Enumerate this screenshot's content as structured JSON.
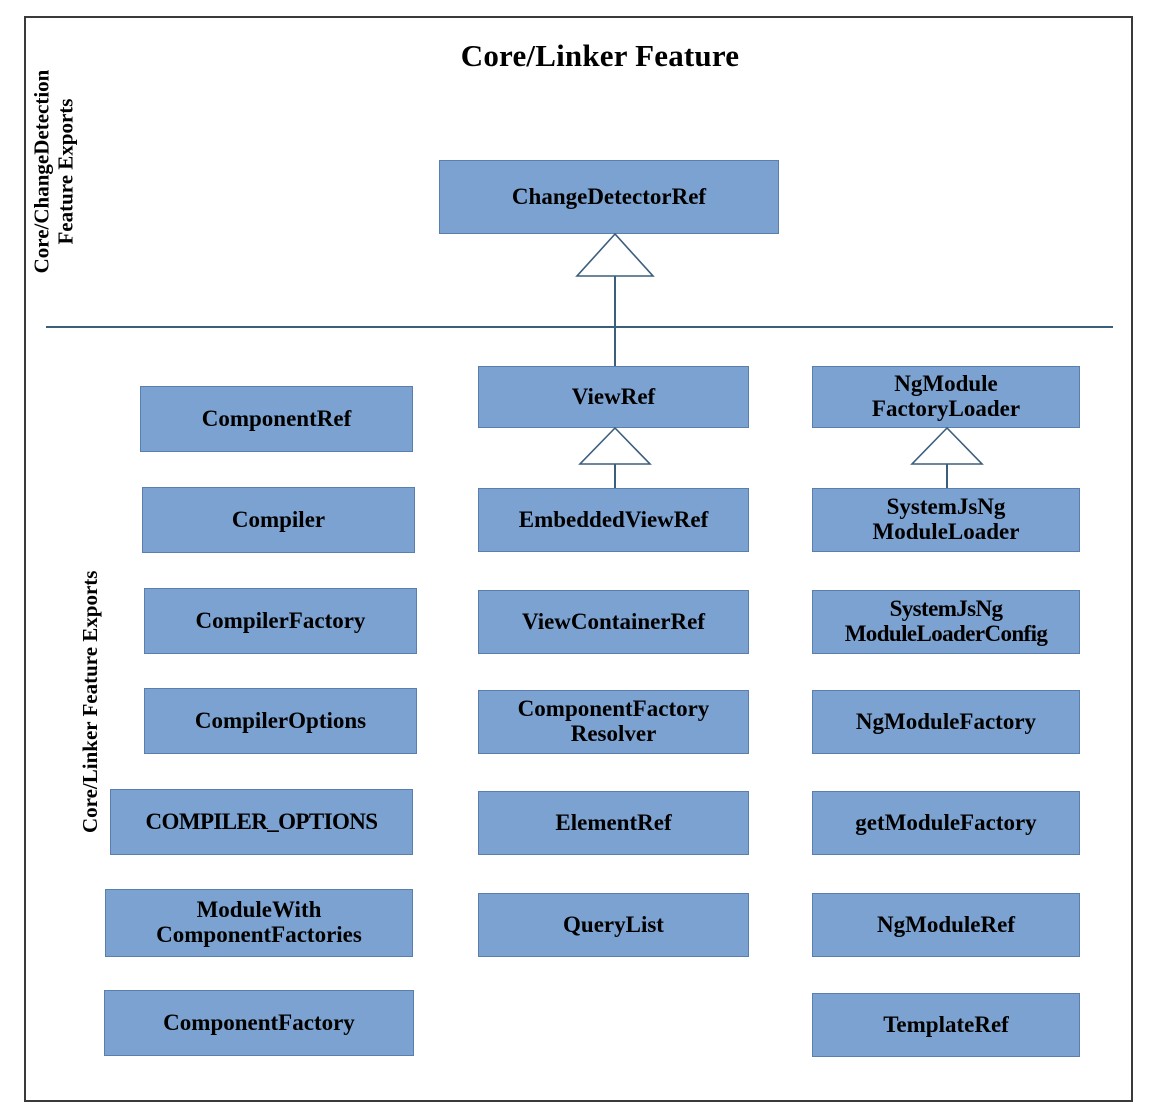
{
  "diagram": {
    "title": "Core/Linker Feature",
    "type": "uml-class-diagram",
    "node_fill": "#7ba2d0",
    "node_border": "#5a7fae",
    "connector_color": "#3c5e7d",
    "frame_color": "#3a3a3a",
    "divider_color": "#3c5e7d"
  },
  "lanes": [
    {
      "id": "change-detection",
      "label": "Core/ChangeDetection\nFeature Exports"
    },
    {
      "id": "linker",
      "label": "Core/Linker Feature Exports"
    }
  ],
  "nodes": {
    "change_detector_ref": "ChangeDetectorRef",
    "left_column": [
      "ComponentRef",
      "Compiler",
      "CompilerFactory",
      "CompilerOptions",
      "COMPILER_OPTIONS",
      "ModuleWith\nComponentFactories",
      "ComponentFactory"
    ],
    "middle_column": [
      "ViewRef",
      "EmbeddedViewRef",
      "ViewContainerRef",
      "ComponentFactory\nResolver",
      "ElementRef",
      "QueryList"
    ],
    "right_column": [
      "NgModule\nFactoryLoader",
      "SystemJsNg\nModuleLoader",
      "SystemJsNg\nModuleLoaderConfig",
      "NgModuleFactory",
      "getModuleFactory",
      "NgModuleRef",
      "TemplateRef"
    ]
  },
  "relationships": [
    {
      "id": "viewref-to-changedetectorref",
      "type": "generalization",
      "from": "ViewRef",
      "to": "ChangeDetectorRef"
    },
    {
      "id": "embeddedviewref-to-viewref",
      "type": "generalization",
      "from": "EmbeddedViewRef",
      "to": "ViewRef"
    },
    {
      "id": "systemjsngmoduleloader-to-ngmodulefactoryloader",
      "type": "generalization",
      "from": "SystemJsNgModuleLoader",
      "to": "NgModuleFactoryLoader"
    }
  ]
}
